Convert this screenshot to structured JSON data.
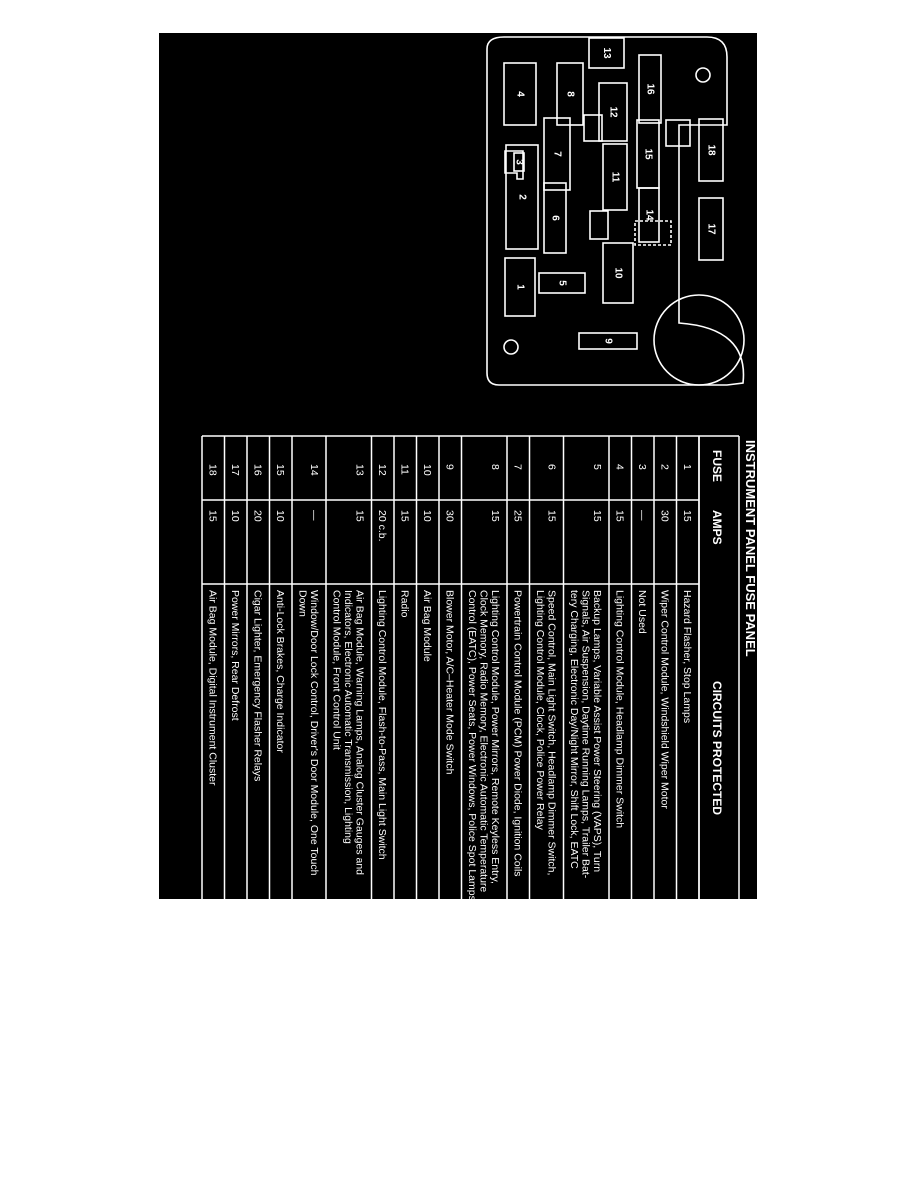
{
  "diagram": {
    "fuse_labels": [
      "1",
      "2",
      "3",
      "4",
      "5",
      "6",
      "7",
      "8",
      "9",
      "10",
      "11",
      "12",
      "13",
      "14",
      "15",
      "16",
      "17",
      "18"
    ]
  },
  "table": {
    "title": "INSTRUMENT PANEL FUSE PANEL",
    "columns": [
      "FUSE",
      "AMPS",
      "CIRCUITS PROTECTED"
    ],
    "rows": [
      {
        "fuse": "1",
        "amps": "15",
        "lines": [
          "Hazard Flasher, Stop Lamps"
        ]
      },
      {
        "fuse": "2",
        "amps": "30",
        "lines": [
          "Wiper Control Module, Windshield Wiper Motor"
        ]
      },
      {
        "fuse": "3",
        "amps": "—",
        "lines": [
          "Not Used"
        ]
      },
      {
        "fuse": "4",
        "amps": "15",
        "lines": [
          "Lighting Control Module, Headlamp Dimmer Switch"
        ]
      },
      {
        "fuse": "5",
        "amps": "15",
        "lines": [
          "Backup Lamps, Variable Assist Power Steering (VAPS), Turn",
          "Signals, Air Suspension, Daytime Running Lamps, Trailer Bat-",
          "tery Charging, Electronic Day/Night Mirror, Shift Lock, EATC"
        ]
      },
      {
        "fuse": "6",
        "amps": "15",
        "lines": [
          "Speed Control, Main Light Switch, Headlamp Dimmer Switch,",
          "Lighting Control Module, Clock, Police Power Relay"
        ]
      },
      {
        "fuse": "7",
        "amps": "25",
        "lines": [
          "Powertrain Control Module (PCM) Power Diode, Ignition Coils"
        ]
      },
      {
        "fuse": "8",
        "amps": "15",
        "lines": [
          "Lighting Control Module, Power Mirrors, Remote Keyless Entry,",
          "Clock Memory, Radio Memory, Electronic Automatic Temperature",
          "Control (EATC), Power Seats, Power Windows, Police Spot Lamps"
        ]
      },
      {
        "fuse": "9",
        "amps": "30",
        "lines": [
          "Blower Motor, A/C–Heater Mode Switch"
        ]
      },
      {
        "fuse": "10",
        "amps": "10",
        "lines": [
          "Air Bag Module"
        ]
      },
      {
        "fuse": "11",
        "amps": "15",
        "lines": [
          "Radio"
        ]
      },
      {
        "fuse": "12",
        "amps": "20 c.b.",
        "lines": [
          "Lighting Control Module, Flash-to-Pass, Main Light Switch"
        ]
      },
      {
        "fuse": "13",
        "amps": "15",
        "lines": [
          "Air Bag Module, Warning Lamps, Analog Cluster Gauges and",
          "Indicators, Electronic Automatic Transmission, Lighting",
          "Control Module, Front Control Unit"
        ]
      },
      {
        "fuse": "14",
        "amps": "—",
        "lines": [
          "Window/Door Lock Control, Driver's Door Module, One Touch",
          "Down"
        ]
      },
      {
        "fuse": "15",
        "amps": "10",
        "lines": [
          "Anti-Lock Brakes, Charge Indicator"
        ]
      },
      {
        "fuse": "16",
        "amps": "20",
        "lines": [
          "Cigar Lighter, Emergency Flasher Relays"
        ]
      },
      {
        "fuse": "17",
        "amps": "10",
        "lines": [
          "Power Mirrors, Rear Defrost"
        ]
      },
      {
        "fuse": "18",
        "amps": "15",
        "lines": [
          "Air Bag Module, Digital Instrument Cluster"
        ]
      }
    ]
  }
}
